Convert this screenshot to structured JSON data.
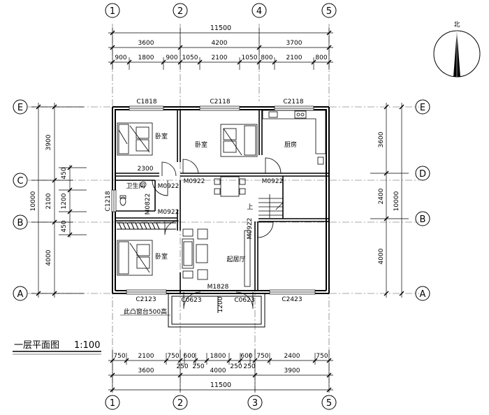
{
  "drawing": {
    "title": "一层平面图",
    "scale": "1:100",
    "north_label": "北"
  },
  "axes": {
    "top": [
      "1",
      "2",
      "4",
      "5"
    ],
    "bottom": [
      "1",
      "2",
      "3",
      "5"
    ],
    "left": [
      "E",
      "C",
      "B",
      "A"
    ],
    "right": [
      "E",
      "D",
      "B",
      "A"
    ]
  },
  "dims_top": {
    "total": "11500",
    "spans": [
      "3600",
      "4200",
      "3700"
    ],
    "detail": [
      "900",
      "1800",
      "900",
      "1050",
      "2100",
      "1050",
      "800",
      "2100",
      "800"
    ]
  },
  "dims_bottom": {
    "detail": [
      "750",
      "2100",
      "750",
      "600",
      "1800",
      "600",
      "750",
      "2400",
      "750"
    ],
    "small": [
      "250",
      "250",
      "250",
      "250"
    ],
    "spans": [
      "3600",
      "4000",
      "3900"
    ],
    "total": "11500"
  },
  "dims_left": {
    "outer_total": "10000",
    "spans": [
      "3900",
      "2100",
      "4000"
    ],
    "detail": [
      "450",
      "1200",
      "450"
    ]
  },
  "dims_right": {
    "spans": [
      "3600",
      "2400",
      "4000"
    ],
    "total": "10000"
  },
  "windows": {
    "c1818": "C1818",
    "c2118_a": "C2118",
    "c2118_b": "C2118",
    "c1218": "C1218",
    "c2123": "C2123",
    "c0623_a": "C0623",
    "c0623_b": "C0623",
    "c2423": "C2423"
  },
  "doors": {
    "m0922_a": "M0922",
    "m0922_b": "M0922",
    "m0922_c": "M0922",
    "m0922_d": "M0922",
    "m0822": "M0822",
    "m1828": "M1828"
  },
  "rooms": {
    "bedroom_1": "卧室",
    "bedroom_2": "卧室",
    "bedroom_3": "卧室",
    "kitchen": "厨房",
    "bathroom": "卫生间",
    "living": "起居厅"
  },
  "notes": {
    "bay_window": "此凸窗台500高",
    "up_mark": "上",
    "inner_2300": "2300",
    "porch_1200": "1200"
  }
}
